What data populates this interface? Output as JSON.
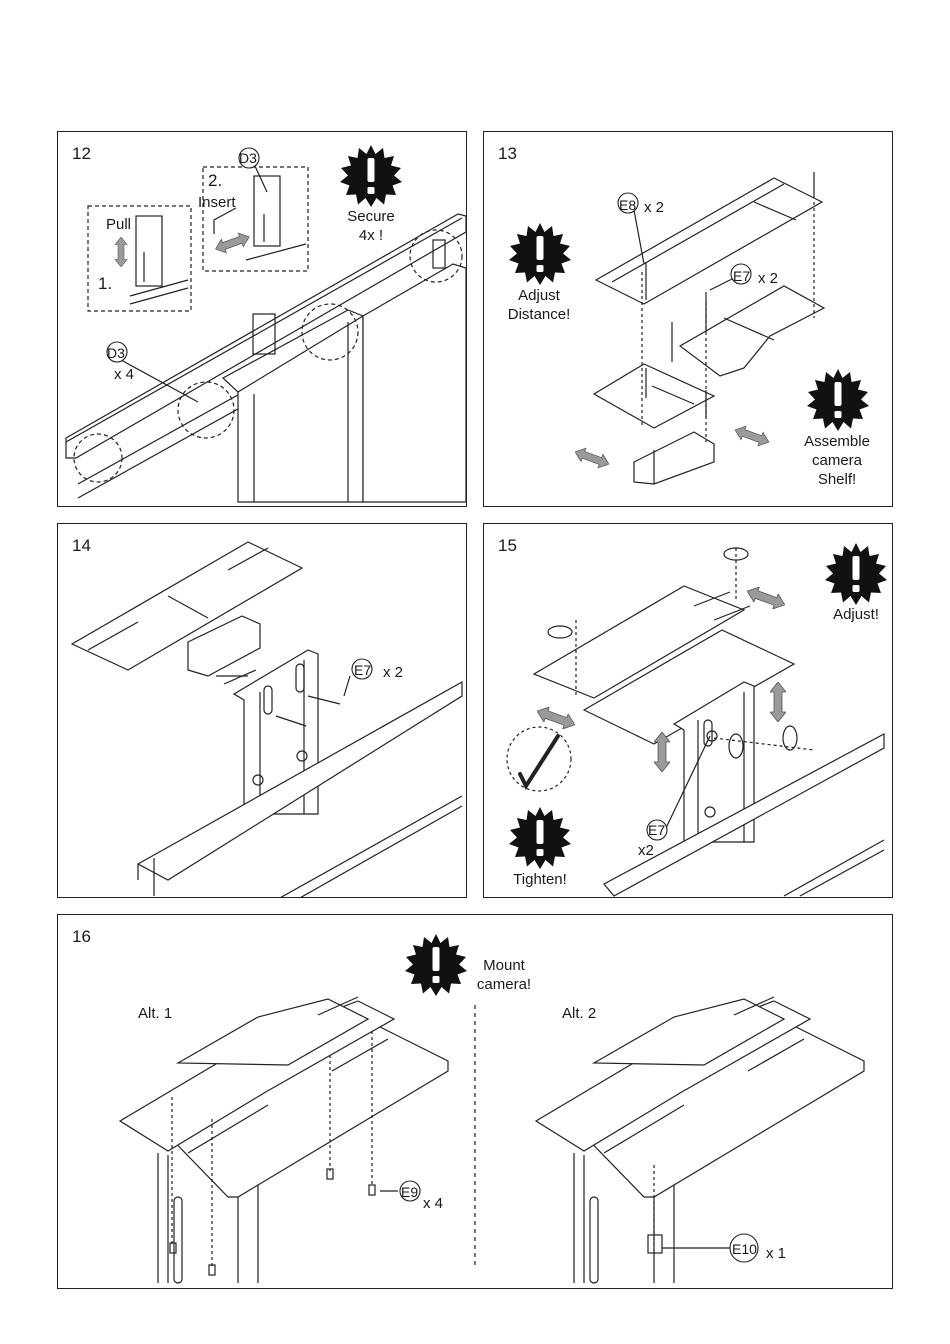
{
  "steps": {
    "s12": {
      "number": "12",
      "pull": "Pull",
      "step1": "1.",
      "step2": "2.",
      "insert": "Insert",
      "d3_top": "D3",
      "secure": "Secure",
      "secure_count": "4x !",
      "d3_side": "D3",
      "d3_qty": "x 4"
    },
    "s13": {
      "number": "13",
      "adjust": "Adjust",
      "distance": "Distance!",
      "e8": "E8",
      "e8_qty": "x 2",
      "e7": "E7",
      "e7_qty": "x 2",
      "assemble": "Assemble",
      "camera": "camera",
      "shelf": "Shelf!"
    },
    "s14": {
      "number": "14",
      "e7": "E7",
      "e7_qty": "x 2"
    },
    "s15": {
      "number": "15",
      "adjust": "Adjust!",
      "tighten": "Tighten!",
      "e7": "E7",
      "e7_qty": "x2"
    },
    "s16": {
      "number": "16",
      "mount": "Mount",
      "camera": "camera!",
      "alt1": "Alt. 1",
      "alt2": "Alt. 2",
      "e9": "E9",
      "e9_qty": "x 4",
      "e10": "E10",
      "e10_qty": "x 1"
    }
  },
  "icons": {
    "warning": "exclamation-starburst-icon",
    "arrow": "double-arrow-icon",
    "rotate": "rotate-icon",
    "hex_key": "hex-key-icon"
  },
  "colors": {
    "line": "#222222",
    "arrow_fill": "#9a9a9a",
    "warning_fill": "#111111"
  }
}
